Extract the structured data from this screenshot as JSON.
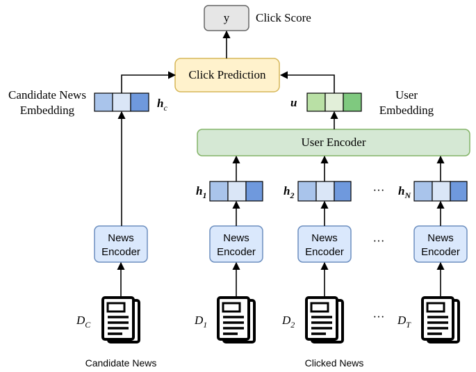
{
  "output": {
    "symbol": "y",
    "label": "Click Score"
  },
  "click_prediction": {
    "label": "Click Prediction"
  },
  "user_encoder": {
    "label": "User Encoder"
  },
  "candidate_embedding": {
    "label_line1": "Candidate News",
    "label_line2": "Embedding",
    "symbol": "h",
    "subscript": "c"
  },
  "user_embedding": {
    "label_line1": "User",
    "label_line2": "Embedding",
    "symbol": "u"
  },
  "news_encoder": {
    "line1": "News",
    "line2": "Encoder"
  },
  "hidden": [
    {
      "symbol": "h",
      "subscript": "1"
    },
    {
      "symbol": "h",
      "subscript": "2"
    },
    {
      "symbol": "h",
      "subscript": "N"
    }
  ],
  "docs": {
    "candidate": {
      "symbol": "D",
      "subscript": "C"
    },
    "clicked": [
      {
        "symbol": "D",
        "subscript": "1"
      },
      {
        "symbol": "D",
        "subscript": "2"
      },
      {
        "symbol": "D",
        "subscript": "T"
      }
    ]
  },
  "ellipsis": "···",
  "captions": {
    "candidate": "Candidate News",
    "clicked": "Clicked News"
  },
  "colors": {
    "blue_light": "#a9c4eb",
    "blue_pale": "#dae6f7",
    "blue_dark": "#6f99dd",
    "green_light": "#b9e0a5",
    "green_pale": "#e2efd9",
    "green_dark": "#7fc97f",
    "encoder_fill": "#dae8fc",
    "encoder_stroke": "#6c8ebf",
    "user_encoder_fill": "#d5e8d4",
    "user_encoder_stroke": "#82b366",
    "prediction_fill": "#fff2cc",
    "prediction_stroke": "#d6b656",
    "output_fill": "#e6e6e6",
    "output_stroke": "#666666"
  }
}
